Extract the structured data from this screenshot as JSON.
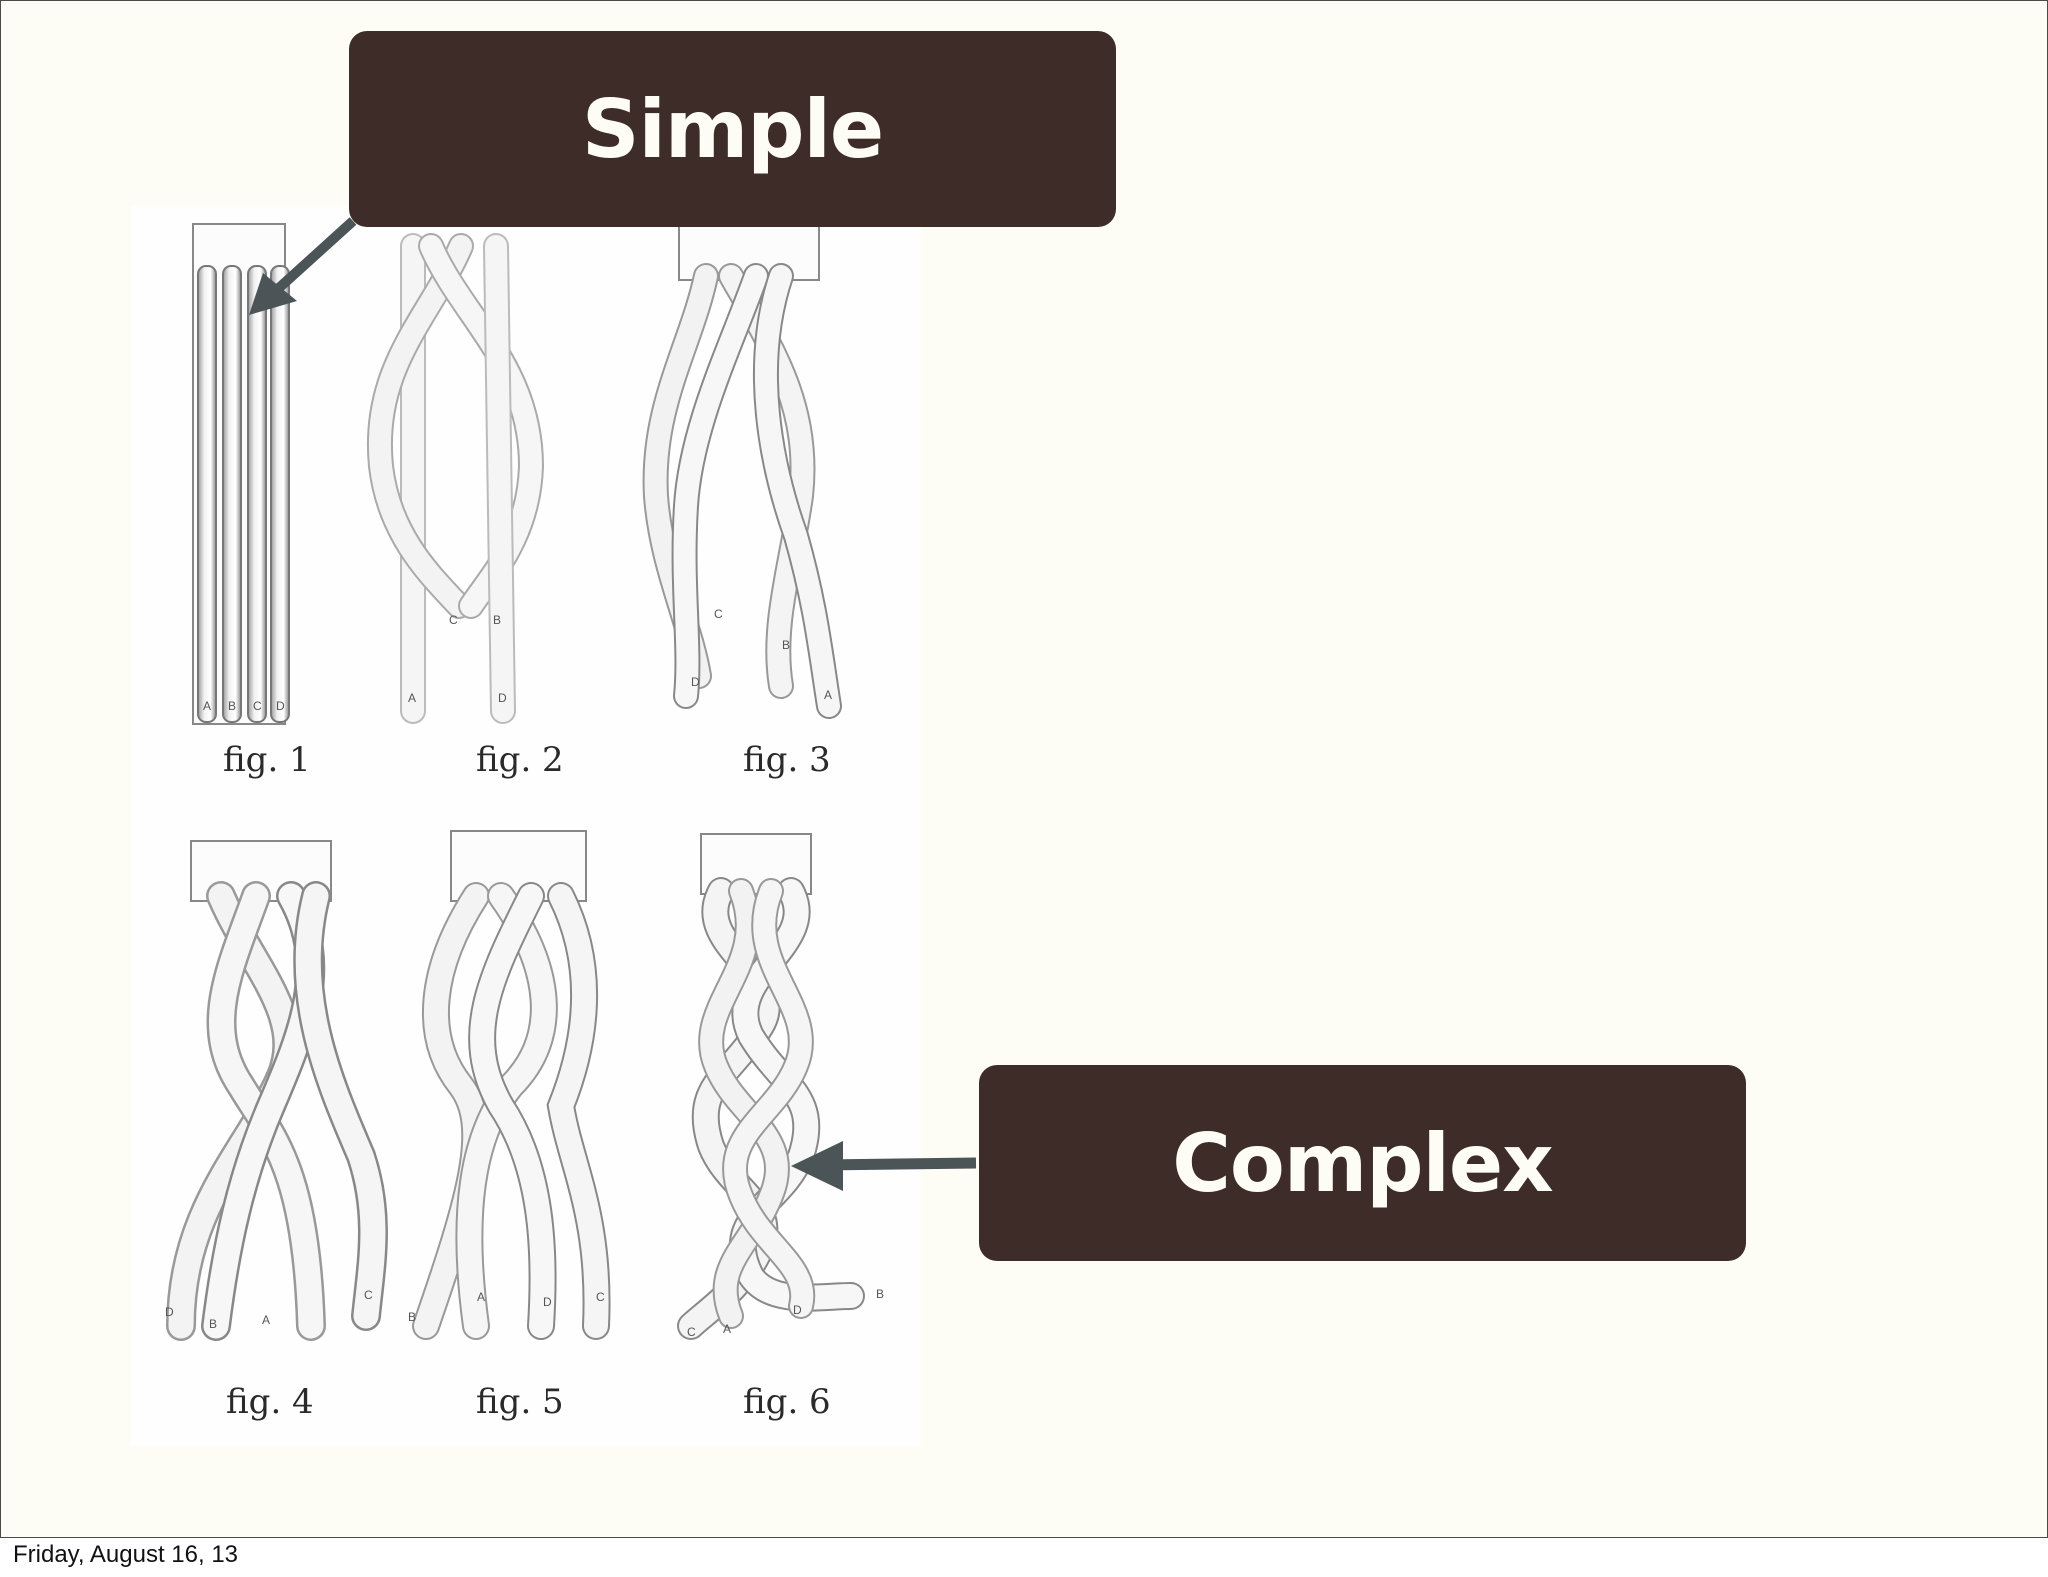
{
  "callouts": {
    "simple": "Simple",
    "complex": "Complex"
  },
  "figures": [
    {
      "label": "fig. 1",
      "letters": [
        "A",
        "B",
        "C",
        "D"
      ]
    },
    {
      "label": "fig. 2",
      "letters": [
        "A",
        "C",
        "B",
        "D"
      ]
    },
    {
      "label": "fig. 3",
      "letters": [
        "D",
        "C",
        "B",
        "A"
      ]
    },
    {
      "label": "fig. 4",
      "letters": [
        "D",
        "B",
        "A",
        "C"
      ]
    },
    {
      "label": "fig. 5",
      "letters": [
        "B",
        "A",
        "D",
        "C"
      ]
    },
    {
      "label": "fig. 6",
      "letters": [
        "C",
        "A",
        "D",
        "B"
      ]
    }
  ],
  "footer": {
    "date": "Friday, August 16, 13"
  },
  "colors": {
    "callout_bg": "#3d2c27",
    "callout_text": "#fdfdf6",
    "arrow": "#4b5457",
    "slide_bg": "#fdfdf6"
  }
}
